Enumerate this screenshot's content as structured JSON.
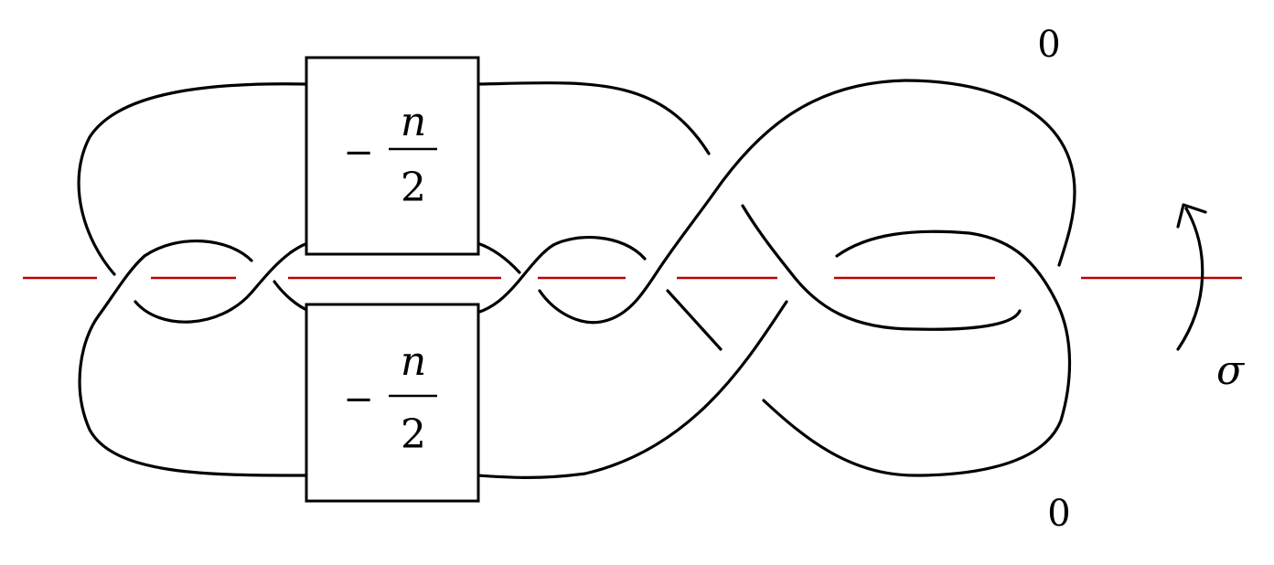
{
  "diagram": {
    "colors": {
      "knot": "#000000",
      "axis": "#c00000"
    },
    "boxes": [
      {
        "sign": "−",
        "numerator": "n",
        "denominator": "2"
      },
      {
        "sign": "−",
        "numerator": "n",
        "denominator": "2"
      }
    ],
    "framings": {
      "top": "0",
      "bottom": "0"
    },
    "rotation": {
      "symbol": "σ"
    }
  }
}
